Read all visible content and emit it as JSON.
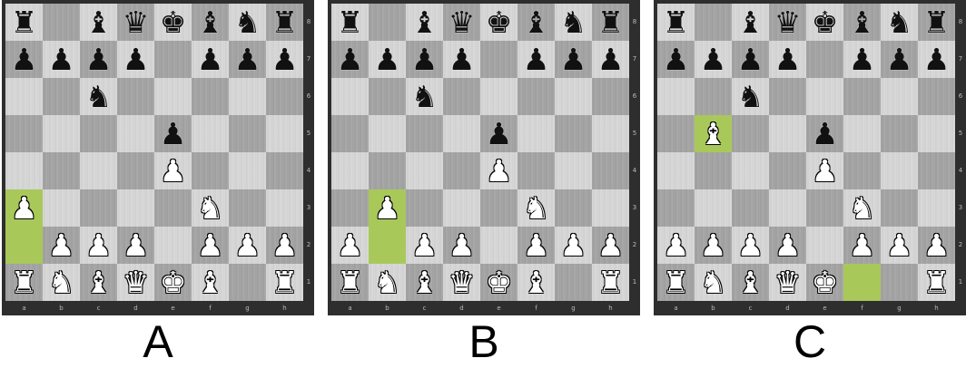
{
  "files": [
    "a",
    "b",
    "c",
    "d",
    "e",
    "f",
    "g",
    "h"
  ],
  "ranks": [
    "8",
    "7",
    "6",
    "5",
    "4",
    "3",
    "2",
    "1"
  ],
  "pieces": {
    "wK": "♚",
    "wQ": "♛",
    "wR": "♜",
    "wB": "♝",
    "wN": "♞",
    "wP": "♟",
    "bK": "♚",
    "bQ": "♛",
    "bR": "♜",
    "bB": "♝",
    "bN": "♞",
    "bP": "♟"
  },
  "colors": {
    "highlight": "#a9c85a",
    "frame": "#2e2e2e"
  },
  "options": [
    {
      "label": "A",
      "highlights": [
        "a2",
        "a3"
      ],
      "board": [
        [
          "bR",
          "",
          "bB",
          "bQ",
          "bK",
          "bB",
          "bN",
          "bR"
        ],
        [
          "bP",
          "bP",
          "bP",
          "bP",
          "",
          "bP",
          "bP",
          "bP"
        ],
        [
          "",
          "",
          "bN",
          "",
          "",
          "",
          "",
          ""
        ],
        [
          "",
          "",
          "",
          "",
          "bP",
          "",
          "",
          ""
        ],
        [
          "",
          "",
          "",
          "",
          "wP",
          "",
          "",
          ""
        ],
        [
          "wP",
          "",
          "",
          "",
          "",
          "wN",
          "",
          ""
        ],
        [
          "",
          "wP",
          "wP",
          "wP",
          "",
          "wP",
          "wP",
          "wP"
        ],
        [
          "wR",
          "wN",
          "wB",
          "wQ",
          "wK",
          "wB",
          "",
          "wR"
        ]
      ]
    },
    {
      "label": "B",
      "highlights": [
        "b2",
        "b3"
      ],
      "board": [
        [
          "bR",
          "",
          "bB",
          "bQ",
          "bK",
          "bB",
          "bN",
          "bR"
        ],
        [
          "bP",
          "bP",
          "bP",
          "bP",
          "",
          "bP",
          "bP",
          "bP"
        ],
        [
          "",
          "",
          "bN",
          "",
          "",
          "",
          "",
          ""
        ],
        [
          "",
          "",
          "",
          "",
          "bP",
          "",
          "",
          ""
        ],
        [
          "",
          "",
          "",
          "",
          "wP",
          "",
          "",
          ""
        ],
        [
          "",
          "wP",
          "",
          "",
          "",
          "wN",
          "",
          ""
        ],
        [
          "wP",
          "",
          "wP",
          "wP",
          "",
          "wP",
          "wP",
          "wP"
        ],
        [
          "wR",
          "wN",
          "wB",
          "wQ",
          "wK",
          "wB",
          "",
          "wR"
        ]
      ]
    },
    {
      "label": "C",
      "highlights": [
        "f1",
        "b5"
      ],
      "board": [
        [
          "bR",
          "",
          "bB",
          "bQ",
          "bK",
          "bB",
          "bN",
          "bR"
        ],
        [
          "bP",
          "bP",
          "bP",
          "bP",
          "",
          "bP",
          "bP",
          "bP"
        ],
        [
          "",
          "",
          "bN",
          "",
          "",
          "",
          "",
          ""
        ],
        [
          "",
          "wB",
          "",
          "",
          "bP",
          "",
          "",
          ""
        ],
        [
          "",
          "",
          "",
          "",
          "wP",
          "",
          "",
          ""
        ],
        [
          "",
          "",
          "",
          "",
          "",
          "wN",
          "",
          ""
        ],
        [
          "wP",
          "wP",
          "wP",
          "wP",
          "",
          "wP",
          "wP",
          "wP"
        ],
        [
          "wR",
          "wN",
          "wB",
          "wQ",
          "wK",
          "",
          "",
          "wR"
        ]
      ]
    }
  ]
}
